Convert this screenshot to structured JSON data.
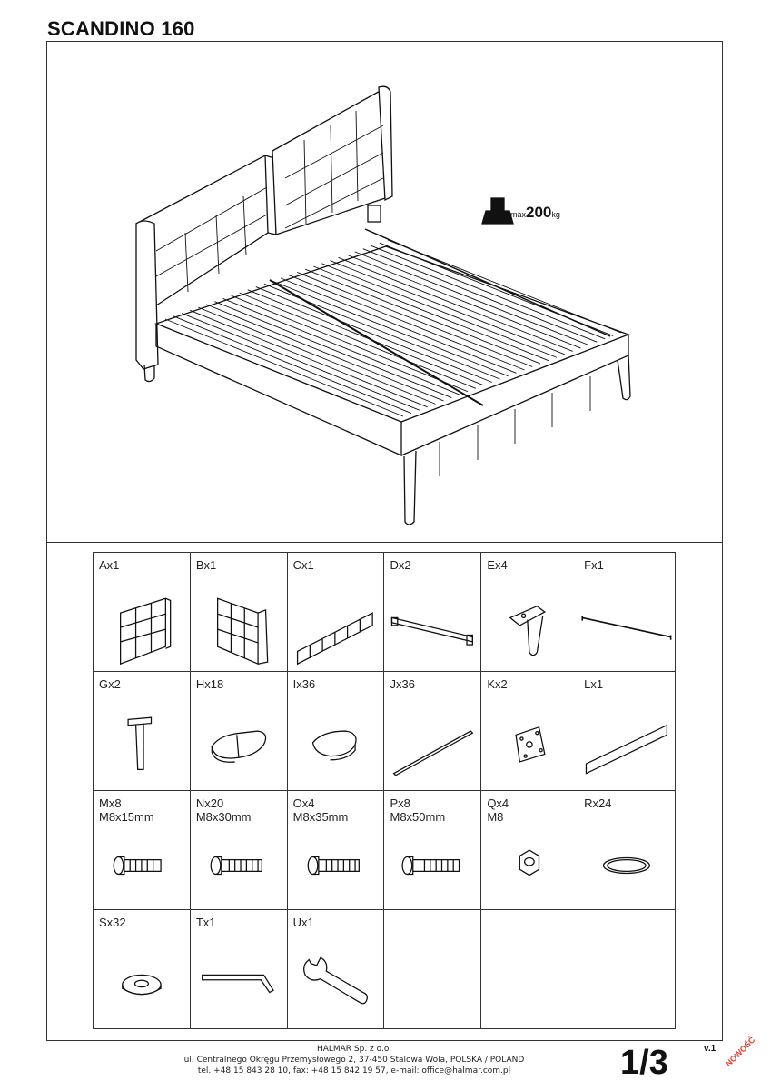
{
  "document": {
    "title": "SCANDINO 160",
    "load": {
      "prefix": "max",
      "value": "200",
      "unit": "kg"
    },
    "page_number": "1/3",
    "version": "v.1",
    "badge": "NOWOŚĆ"
  },
  "parts": [
    {
      "label": "Ax1",
      "icon": "headboard-left-icon"
    },
    {
      "label": "Bx1",
      "icon": "headboard-right-icon"
    },
    {
      "label": "Cx1",
      "icon": "side-rail-icon"
    },
    {
      "label": "Dx2",
      "icon": "support-beam-icon"
    },
    {
      "label": "Ex4",
      "icon": "leg-icon"
    },
    {
      "label": "Fx1",
      "icon": "rod-icon"
    },
    {
      "label": "Gx2",
      "icon": "t-bracket-icon"
    },
    {
      "label": "Hx18",
      "icon": "double-slat-holder-icon"
    },
    {
      "label": "Ix36",
      "icon": "slat-holder-icon"
    },
    {
      "label": "Jx36",
      "icon": "slat-icon"
    },
    {
      "label": "Kx2",
      "icon": "mounting-plate-icon"
    },
    {
      "label": "Lx1",
      "icon": "board-icon"
    },
    {
      "label": "Mx8\nM8x15mm",
      "icon": "bolt-short-icon"
    },
    {
      "label": "Nx20\nM8x30mm",
      "icon": "bolt-icon"
    },
    {
      "label": "Ox4\nM8x35mm",
      "icon": "bolt-icon"
    },
    {
      "label": "Px8\nM8x50mm",
      "icon": "bolt-long-icon"
    },
    {
      "label": "Qx4\nM8",
      "icon": "nut-icon"
    },
    {
      "label": "Rx24",
      "icon": "spring-washer-icon"
    },
    {
      "label": "Sx32",
      "icon": "washer-icon"
    },
    {
      "label": "Tx1",
      "icon": "allen-key-icon"
    },
    {
      "label": "Ux1",
      "icon": "wrench-icon"
    },
    {
      "label": "",
      "icon": ""
    },
    {
      "label": "",
      "icon": ""
    },
    {
      "label": "",
      "icon": ""
    }
  ],
  "footer": {
    "company": "HALMAR Sp. z o.o.",
    "address": "ul. Centralnego Okręgu Przemysłowego 2, 37-450 Stalowa Wola, POLSKA / POLAND",
    "contact": "tel. +48 15 843 28 10, fax: +48 15 842 19 57, e-mail: office@halmar.com.pl"
  }
}
